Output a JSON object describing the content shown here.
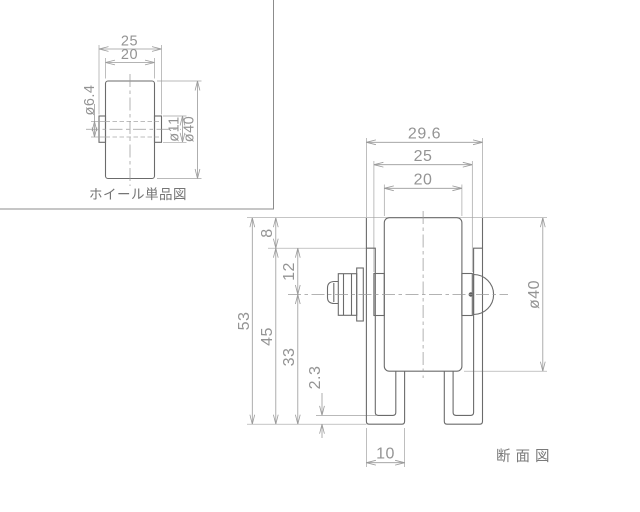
{
  "drawing": {
    "background": "#ffffff",
    "line_colors": {
      "object": "#6b6b6b",
      "dimension": "#9a9a9a",
      "hidden": "#a8a8a8",
      "frame": "#8c8c8c"
    },
    "detail_view": {
      "label": "ホイール単品図",
      "dims": {
        "outer_width": "25",
        "tread_width": "20",
        "bore_diameter": "ø6.4",
        "hub_diameter": "ø11",
        "wheel_diameter": "ø40"
      }
    },
    "section_view": {
      "label": "断面図",
      "dims": {
        "rail_outer_width": "29.6",
        "wheel_outer_width": "25",
        "wheel_tread_width": "20",
        "rail_top_to_lip": "8",
        "lip_to_axle": "12",
        "rail_height": "53",
        "lip_top_to_bottom": "45",
        "axle_to_bottom": "33",
        "plate_thickness": "2.3",
        "foot_width": "10",
        "wheel_diameter": "ø40"
      }
    }
  }
}
